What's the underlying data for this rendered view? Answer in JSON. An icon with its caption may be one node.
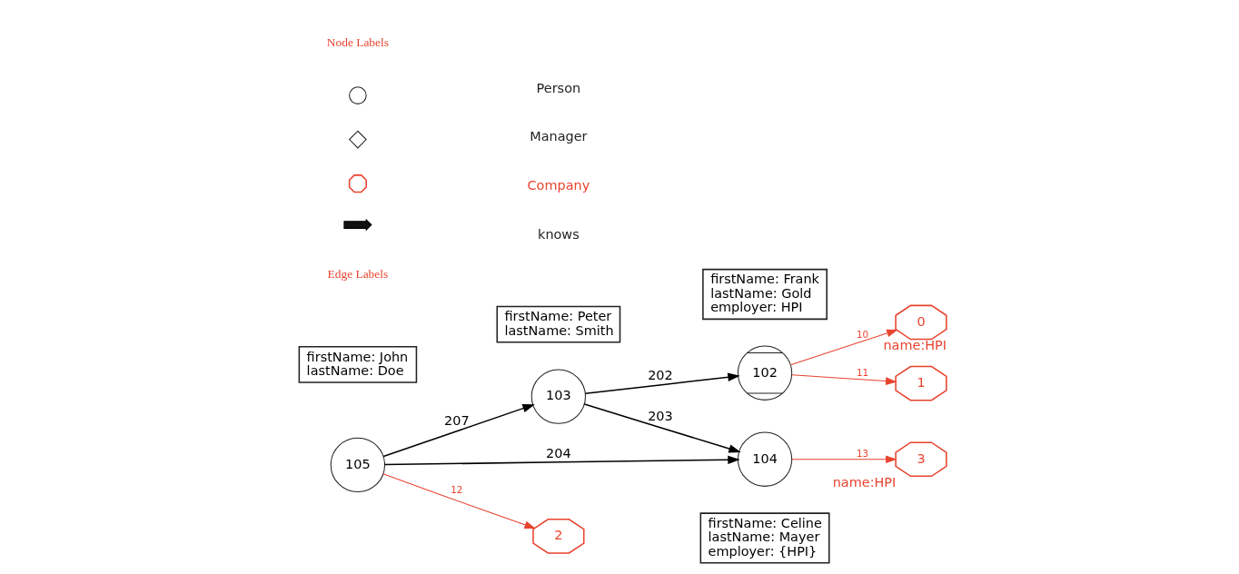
{
  "diagram": {
    "nodes": [
      {
        "text": [
          "firstName: Celine",
          "lastName: Mayer",
          "employer: {HPI}"
        ]
      },
      {
        "text": [
          "102"
        ]
      },
      {
        "text": [
          "firstName: Peter",
          "lastName: Smith"
        ]
      },
      {
        "text": [
          "103"
        ]
      },
      {
        "text": [
          "firstName: Frank",
          "lastName: Gold",
          "employer: HPI"
        ]
      },
      {
        "text": [
          "104"
        ]
      },
      {
        "text": [
          "0"
        ],
        "beside": [
          "name:HPI"
        ]
      },
      {
        "text": [
          "1"
        ]
      },
      {
        "text": [
          "2"
        ]
      },
      {
        "text": [
          "105"
        ]
      },
      {
        "text": [
          "3"
        ],
        "beside": [
          "name:HPI"
        ]
      },
      {
        "text": [
          "firstName: John",
          "lastName: Doe"
        ]
      }
    ],
    "edges": [
      {
        "from": 3,
        "to": 1,
        "arrow": "to",
        "label": "202"
      },
      {
        "from": 3,
        "to": 5,
        "arrow": "to",
        "label": "203"
      },
      {
        "from": 9,
        "to": 3,
        "arrow": "to",
        "label": "207"
      },
      {
        "from": 9,
        "to": 5,
        "arrow": "to",
        "label": "204"
      },
      {
        "from": 1,
        "to": 6,
        "arrow": "to",
        "label": "10",
        "color": "#e8432e"
      },
      {
        "from": 1,
        "to": 7,
        "arrow": "to",
        "label": "11",
        "color": "#e8432e"
      },
      {
        "from": 9,
        "to": 8,
        "arrow": "to",
        "label": "12",
        "color": "#e8432e"
      },
      {
        "from": 5,
        "to": 10,
        "arrow": "to",
        "label": "13",
        "color": "#e8432e"
      }
    ],
    "labels": [
      "Node Labels",
      "Edge Labels"
    ],
    "legend": [
      {
        "text": "Person"
      },
      {
        "text": "Manager"
      },
      {
        "text": "Company"
      },
      {
        "text": "knows"
      }
    ]
  }
}
